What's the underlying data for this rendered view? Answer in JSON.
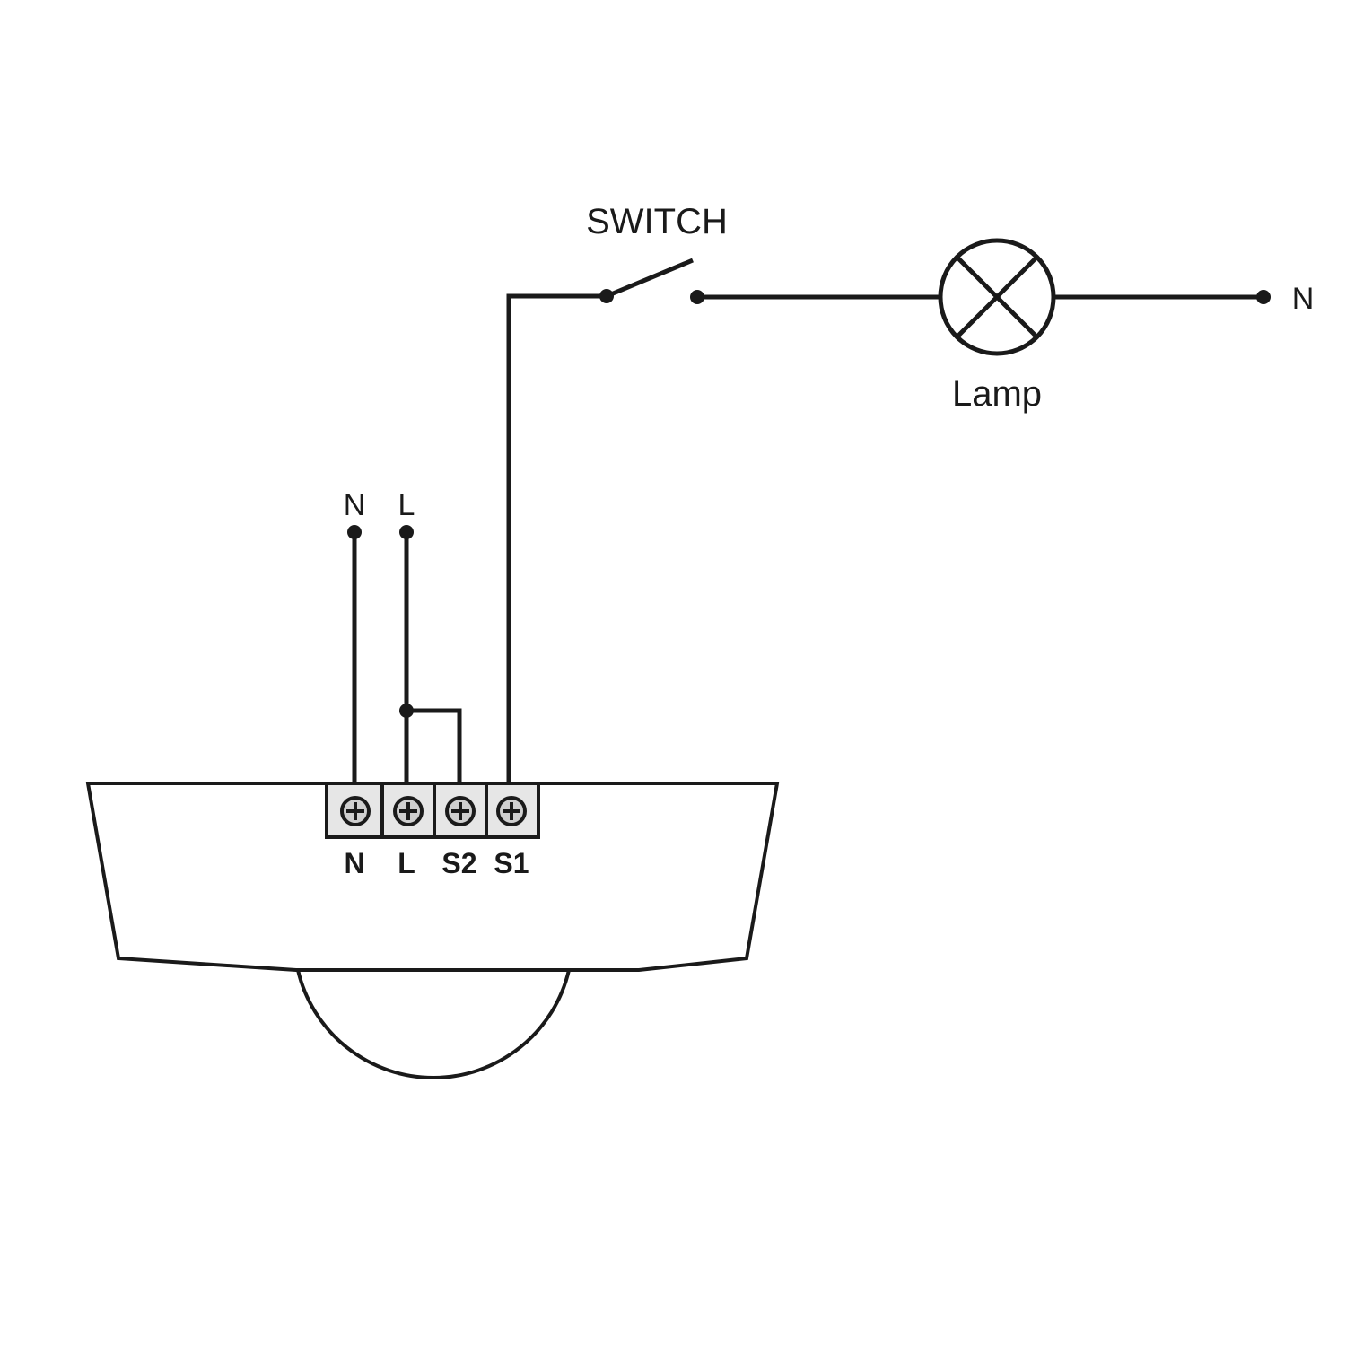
{
  "labels": {
    "switch": "SWITCH",
    "lamp": "Lamp",
    "neutral_out": "N",
    "supply_n": "N",
    "supply_l": "L"
  },
  "terminals": [
    {
      "label": "N"
    },
    {
      "label": "L"
    },
    {
      "label": "S2"
    },
    {
      "label": "S1"
    }
  ],
  "colors": {
    "line": "#1a1a1a",
    "terminal_fill": "#e6e6e6",
    "background": "#ffffff"
  }
}
